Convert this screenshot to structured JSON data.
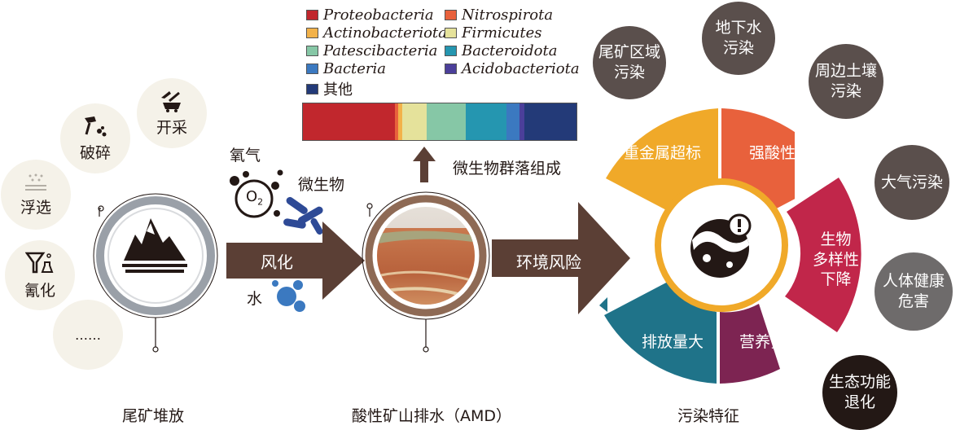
{
  "colors": {
    "proteobacteria": "#c1272d",
    "nitrospirota": "#e8613c",
    "actinobacteriota": "#f2b24a",
    "firmicutes": "#e5e29b",
    "patescibacteria": "#86c7a6",
    "bacteroidota": "#2596b0",
    "bacteria": "#3b79c0",
    "acidobacteriota": "#4b3f9a",
    "other": "#233a78",
    "arrow": "#5b3f35",
    "ring_outer": "#8e6a55",
    "ring_gray": "#9aa0a8",
    "heavy_metal": "#f0a929",
    "strong_acid": "#e8613c",
    "biodiversity": "#c1264a",
    "nutrient": "#7d2452",
    "discharge": "#1f7389",
    "risk_dark": "#5a4f4c",
    "risk_mid": "#6e6b6b"
  },
  "icons": {
    "mining": "mining-cart-icon",
    "crushing": "hammer-icon",
    "flotation": "flotation-icon",
    "cyanidation": "funnel-icon",
    "tailings": "mountain-icon",
    "oxygen": "o2-bubble-icon",
    "microbe": "microbe-icon",
    "water": "water-drop-icon",
    "pollution": "polluted-globe-icon"
  },
  "processes": {
    "mining": "开采",
    "crushing": "破碎",
    "flotation": "浮选",
    "cyanidation": "氰化",
    "more": "……"
  },
  "inputs": {
    "oxygen": "氧气",
    "o2_symbol": "O",
    "o2_sub": "2",
    "microbe": "微生物",
    "water": "水"
  },
  "arrows": {
    "weathering": "风化",
    "env_risk": "环境风险",
    "community": "微生物群落组成"
  },
  "stages": {
    "tailings": "尾矿堆放",
    "amd": "酸性矿山排水（AMD）",
    "pollution": "污染特征"
  },
  "legend": [
    {
      "name": "Proteobacteria",
      "color": "#c1272d",
      "italic": true
    },
    {
      "name": "Nitrospirota",
      "color": "#e8613c",
      "italic": true
    },
    {
      "name": "Actinobacteriota",
      "color": "#f2b24a",
      "italic": true
    },
    {
      "name": "Firmicutes",
      "color": "#e5e29b",
      "italic": true
    },
    {
      "name": "Patescibacteria",
      "color": "#86c7a6",
      "italic": true
    },
    {
      "name": "Bacteroidota",
      "color": "#2596b0",
      "italic": true
    },
    {
      "name": "Bacteria",
      "color": "#3b79c0",
      "italic": true
    },
    {
      "name": "Acidobacteriota",
      "color": "#4b3f9a",
      "italic": true
    },
    {
      "name": "其他",
      "color": "#233a78",
      "italic": false
    }
  ],
  "chart_data": {
    "type": "bar",
    "stacked": true,
    "categories": [
      "Proteobacteria",
      "Nitrospirota",
      "Actinobacteriota",
      "Firmicutes",
      "Patescibacteria",
      "Bacteroidota",
      "Bacteria",
      "Acidobacteriota",
      "其他"
    ],
    "values": [
      33.7,
      1.2,
      1.5,
      8.9,
      14.2,
      14.8,
      5.0,
      1.8,
      18.9
    ],
    "unit": "%"
  },
  "features": {
    "heavy_metal": "重金属超标",
    "strong_acid": "强酸性",
    "biodiversity_1": "生物",
    "biodiversity_2": "多样性",
    "biodiversity_3": "下降",
    "nutrient": "营养贫瘠",
    "discharge": "排放量大"
  },
  "risks": {
    "tailings_area_1": "尾矿区域",
    "tailings_area_2": "污染",
    "groundwater_1": "地下水",
    "groundwater_2": "污染",
    "soil_1": "周边土壤",
    "soil_2": "污染",
    "air": "大气污染",
    "health_1": "人体健康",
    "health_2": "危害",
    "ecology_1": "生态功能",
    "ecology_2": "退化"
  }
}
